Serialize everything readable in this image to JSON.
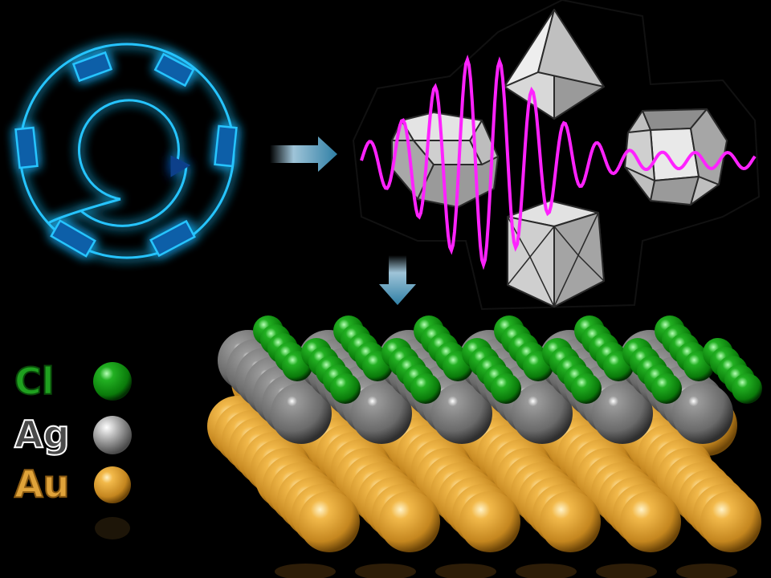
{
  "legend": [
    {
      "symbol": "Cl",
      "color": "#1fa01f",
      "dark": "#0a4a0a"
    },
    {
      "symbol": "Ag",
      "color": "#c8c8c8",
      "dark": "#5a5a5a"
    },
    {
      "symbol": "Au",
      "color": "#e0a33a",
      "dark": "#8a5a12"
    }
  ],
  "colors": {
    "background": "#000000",
    "reactor_glow": "#1cc8ff",
    "arrow": "#2f7fa5",
    "wave": "#ff22ff",
    "polyhedron": "#c8c8c8",
    "cl_atom": "#14a014",
    "ag_atom": "#7a7a7a",
    "au_atom": "#e0a33a"
  },
  "icons": [
    "circular-flow-reactor-icon",
    "right-arrow-icon",
    "down-arrow-icon",
    "octahedron-icon",
    "truncated-cube-icon",
    "cuboctahedron-icon",
    "cube-icon"
  ]
}
